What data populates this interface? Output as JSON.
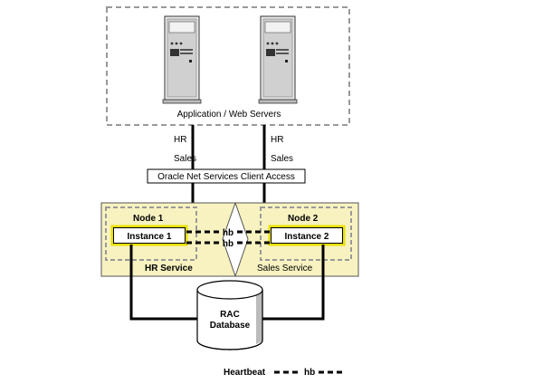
{
  "diagram": {
    "app_servers_label": "Application / Web Servers",
    "left_links": [
      "HR",
      "Sales"
    ],
    "right_links": [
      "HR",
      "Sales"
    ],
    "net_services_label": "Oracle Net Services Client Access",
    "node1_label": "Node 1",
    "node2_label": "Node 2",
    "instance1_label": "Instance 1",
    "instance2_label": "Instance 2",
    "hb_top": "hb",
    "hb_bottom": "hb",
    "hr_service_label": "HR Service",
    "sales_service_label": "Sales Service",
    "database_label_line1": "RAC",
    "database_label_line2": "Database",
    "legend_label": "Heartbeat",
    "legend_hb": "hb"
  },
  "colors": {
    "node_fill": "#f7f2c0",
    "instance_border": "#e9e100",
    "dashed_gray": "#999999",
    "server_fill": "#d9d9d9"
  }
}
